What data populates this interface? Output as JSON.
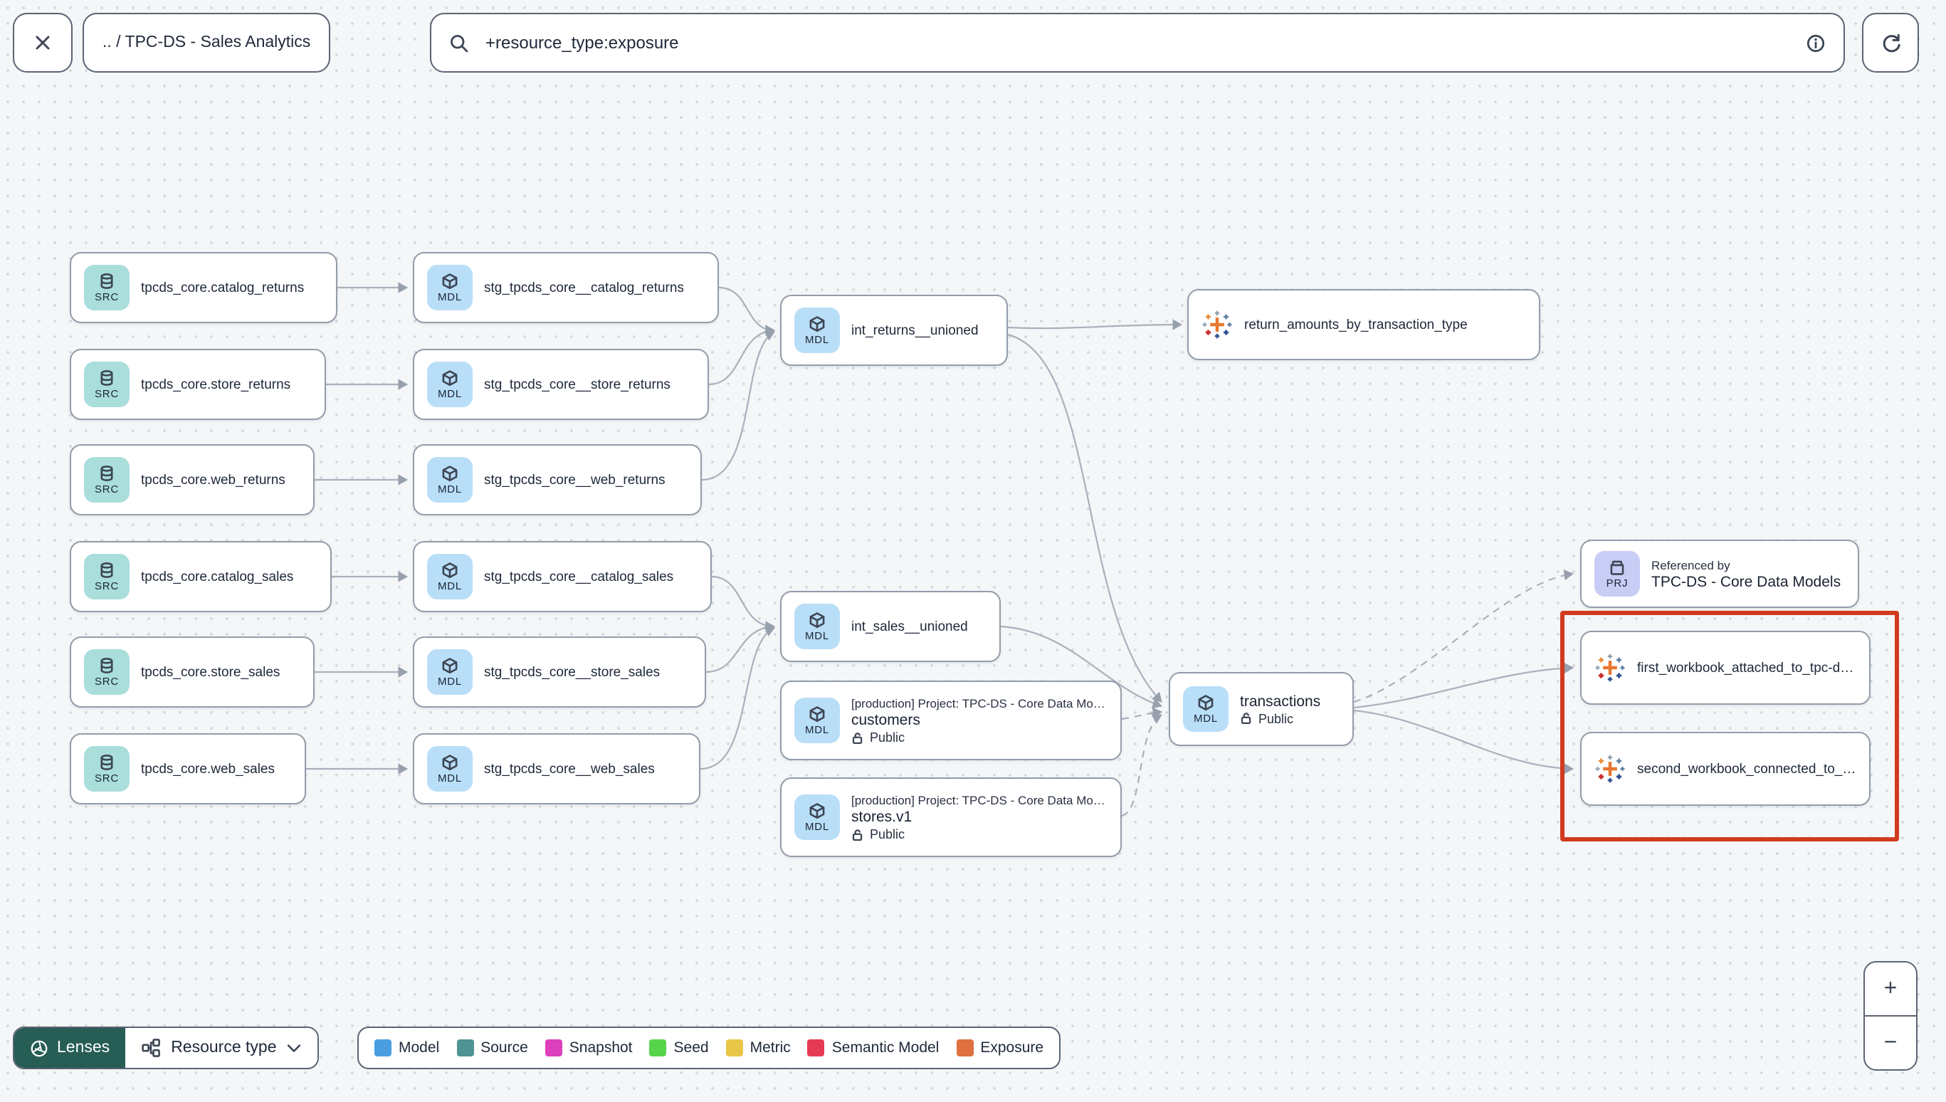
{
  "topbar": {
    "breadcrumb": ".. / TPC-DS - Sales Analytics",
    "search_value": "+resource_type:exposure"
  },
  "toolbar": {
    "lenses_label": "Lenses",
    "resource_type_label": "Resource type"
  },
  "zoom_controls": {
    "plus": "+",
    "minus": "−"
  },
  "colors": {
    "selection_box": "#d13a1e",
    "source_badge": "#a9dedb",
    "model_badge": "#b9def8",
    "project_badge": "#c8cdf6",
    "lenses_bg": "#265d55",
    "edge": "#a9b1bc"
  },
  "legend": {
    "items": [
      {
        "label": "Model",
        "color": "#4a9ee0"
      },
      {
        "label": "Source",
        "color": "#4f9493"
      },
      {
        "label": "Snapshot",
        "color": "#dd40bd"
      },
      {
        "label": "Seed",
        "color": "#56d54a"
      },
      {
        "label": "Metric",
        "color": "#e9c647"
      },
      {
        "label": "Semantic Model",
        "color": "#e63a54"
      },
      {
        "label": "Exposure",
        "color": "#e0703f"
      }
    ]
  },
  "graph": {
    "nodes": [
      {
        "type": "source",
        "badge": "SRC",
        "label": "tpcds_core.catalog_returns"
      },
      {
        "type": "source",
        "badge": "SRC",
        "label": "tpcds_core.store_returns"
      },
      {
        "type": "source",
        "badge": "SRC",
        "label": "tpcds_core.web_returns"
      },
      {
        "type": "source",
        "badge": "SRC",
        "label": "tpcds_core.catalog_sales"
      },
      {
        "type": "source",
        "badge": "SRC",
        "label": "tpcds_core.store_sales"
      },
      {
        "type": "source",
        "badge": "SRC",
        "label": "tpcds_core.web_sales"
      },
      {
        "type": "model",
        "badge": "MDL",
        "label": "stg_tpcds_core__catalog_returns"
      },
      {
        "type": "model",
        "badge": "MDL",
        "label": "stg_tpcds_core__store_returns"
      },
      {
        "type": "model",
        "badge": "MDL",
        "label": "stg_tpcds_core__web_returns"
      },
      {
        "type": "model",
        "badge": "MDL",
        "label": "stg_tpcds_core__catalog_sales"
      },
      {
        "type": "model",
        "badge": "MDL",
        "label": "stg_tpcds_core__store_sales"
      },
      {
        "type": "model",
        "badge": "MDL",
        "label": "stg_tpcds_core__web_sales"
      },
      {
        "type": "model",
        "badge": "MDL",
        "label": "int_returns__unioned"
      },
      {
        "type": "exposure",
        "label": "return_amounts_by_transaction_type"
      },
      {
        "type": "model",
        "badge": "MDL",
        "label": "int_sales__unioned"
      },
      {
        "type": "model",
        "badge": "MDL",
        "header": "[production] Project: TPC-DS - Core Data Mo…",
        "label": "customers",
        "access": "Public"
      },
      {
        "type": "model",
        "badge": "MDL",
        "header": "[production] Project: TPC-DS - Core Data Mo…",
        "label": "stores.v1",
        "access": "Public"
      },
      {
        "type": "model",
        "badge": "MDL",
        "label": "transactions",
        "access": "Public"
      },
      {
        "type": "project",
        "badge": "PRJ",
        "header": "Referenced by",
        "label": "TPC-DS - Core Data Models"
      },
      {
        "type": "exposure",
        "label": "first_workbook_attached_to_tpc-ds_-_…"
      },
      {
        "type": "exposure",
        "label": "second_workbook_connected_to_live…"
      }
    ],
    "edges": [
      {
        "from": "tpcds_core.catalog_returns",
        "to": "stg_tpcds_core__catalog_returns",
        "style": "solid"
      },
      {
        "from": "tpcds_core.store_returns",
        "to": "stg_tpcds_core__store_returns",
        "style": "solid"
      },
      {
        "from": "tpcds_core.web_returns",
        "to": "stg_tpcds_core__web_returns",
        "style": "solid"
      },
      {
        "from": "tpcds_core.catalog_sales",
        "to": "stg_tpcds_core__catalog_sales",
        "style": "solid"
      },
      {
        "from": "tpcds_core.store_sales",
        "to": "stg_tpcds_core__store_sales",
        "style": "solid"
      },
      {
        "from": "tpcds_core.web_sales",
        "to": "stg_tpcds_core__web_sales",
        "style": "solid"
      },
      {
        "from": "stg_tpcds_core__catalog_returns",
        "to": "int_returns__unioned",
        "style": "solid"
      },
      {
        "from": "stg_tpcds_core__store_returns",
        "to": "int_returns__unioned",
        "style": "solid"
      },
      {
        "from": "stg_tpcds_core__web_returns",
        "to": "int_returns__unioned",
        "style": "solid"
      },
      {
        "from": "stg_tpcds_core__catalog_sales",
        "to": "int_sales__unioned",
        "style": "solid"
      },
      {
        "from": "stg_tpcds_core__store_sales",
        "to": "int_sales__unioned",
        "style": "solid"
      },
      {
        "from": "stg_tpcds_core__web_sales",
        "to": "int_sales__unioned",
        "style": "solid"
      },
      {
        "from": "int_returns__unioned",
        "to": "return_amounts_by_transaction_type",
        "style": "solid"
      },
      {
        "from": "int_returns__unioned",
        "to": "transactions",
        "style": "solid"
      },
      {
        "from": "int_sales__unioned",
        "to": "transactions",
        "style": "solid"
      },
      {
        "from": "customers",
        "to": "transactions",
        "style": "dashed"
      },
      {
        "from": "stores.v1",
        "to": "transactions",
        "style": "dashed"
      },
      {
        "from": "transactions",
        "to": "first_workbook_attached_to_tpc-ds_-_…",
        "style": "solid"
      },
      {
        "from": "transactions",
        "to": "second_workbook_connected_to_live…",
        "style": "solid"
      },
      {
        "from": "transactions",
        "to": "TPC-DS - Core Data Models",
        "style": "dashed"
      }
    ]
  }
}
